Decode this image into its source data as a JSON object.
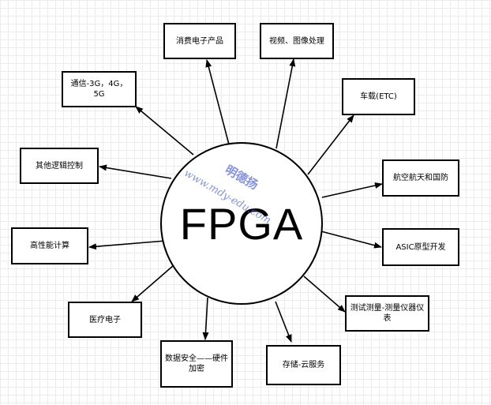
{
  "center": {
    "label": "FPGA"
  },
  "nodes": {
    "consumer": "消费电子产品",
    "video": "视频、图像处理",
    "comm": "通信-3G，4G，5G",
    "auto": "车载(ETC)",
    "logic": "其他逻辑控制",
    "aero": "航空航天和国防",
    "hpc": "高性能计算",
    "asic": "ASIC原型开发",
    "medical": "医疗电子",
    "test": "测试测量-测量仪器仪表",
    "security": "数据安全——硬件加密",
    "storage": "存储-云服务"
  },
  "watermark": {
    "name": "明德扬",
    "url": "www.mdy-edu.com"
  }
}
